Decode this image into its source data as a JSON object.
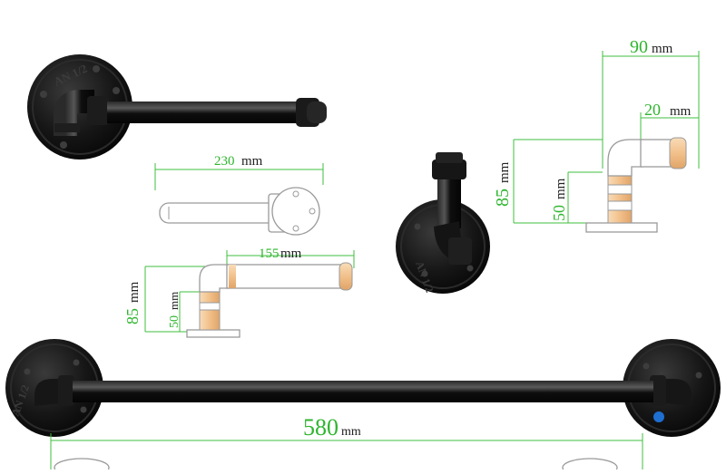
{
  "colors": {
    "dimension": "#3fbf3f",
    "number": "#2fb52f",
    "unit": "#222222",
    "pipe": "#121212",
    "outline": "#9a9a9a",
    "brass": "#f2c08a"
  },
  "icons": {
    "ring_flange_stamp": "AN 1/2",
    "wall_flange_stamp": "AN 1/2"
  },
  "dimensions": {
    "holder_width": {
      "value": "230",
      "unit": "mm"
    },
    "holder_arm": {
      "value": "155",
      "unit": "mm"
    },
    "holder_height": {
      "value": "85",
      "unit": "mm"
    },
    "holder_base": {
      "value": "50",
      "unit": "mm"
    },
    "hook_width": {
      "value": "90",
      "unit": "mm"
    },
    "hook_tip": {
      "value": "20",
      "unit": "mm"
    },
    "hook_height": {
      "value": "85",
      "unit": "mm"
    },
    "hook_base": {
      "value": "50",
      "unit": "mm"
    },
    "towel_bar_length": {
      "value": "580",
      "unit": "mm"
    }
  }
}
